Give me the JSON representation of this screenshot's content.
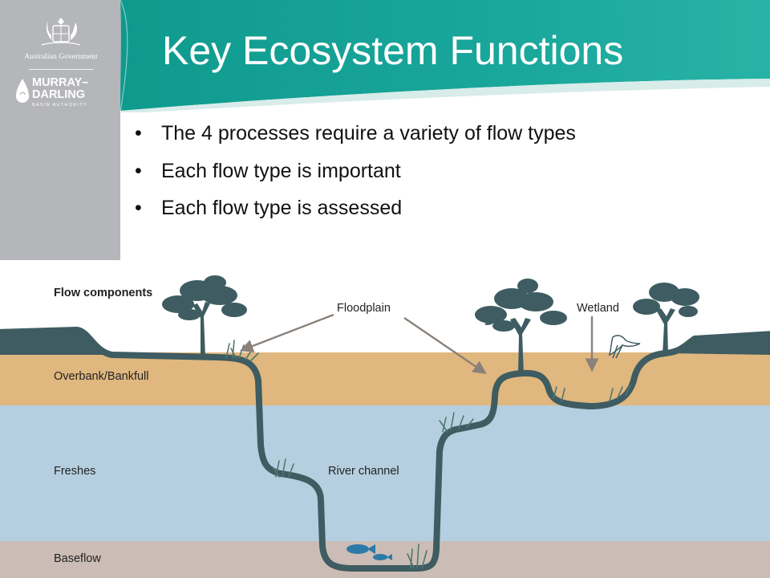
{
  "header": {
    "title": "Key Ecosystem Functions",
    "logo": {
      "government": "Australian Government",
      "authority_line1": "MURRAY–",
      "authority_line2": "DARLING",
      "authority_sub": "BASIN AUTHORITY"
    }
  },
  "bullets": [
    "The 4 processes require a variety of flow types",
    "Each flow type is important",
    "Each flow type is assessed"
  ],
  "diagram": {
    "heading": "Flow components",
    "bands": [
      {
        "label": "Overbank/Bankfull",
        "color": "#e0b77f"
      },
      {
        "label": "Freshes",
        "color": "#b6cfe0"
      },
      {
        "label": "Baseflow",
        "color": "#cbbdb5"
      }
    ],
    "annotations": {
      "floodplain": "Floodplain",
      "wetland": "Wetland",
      "river_channel": "River channel"
    }
  },
  "colors": {
    "accent_teal": "#17a599",
    "sidebar_grey": "#b5b6b9",
    "terrain": "#3e5c61",
    "arrow": "#8a8179"
  }
}
